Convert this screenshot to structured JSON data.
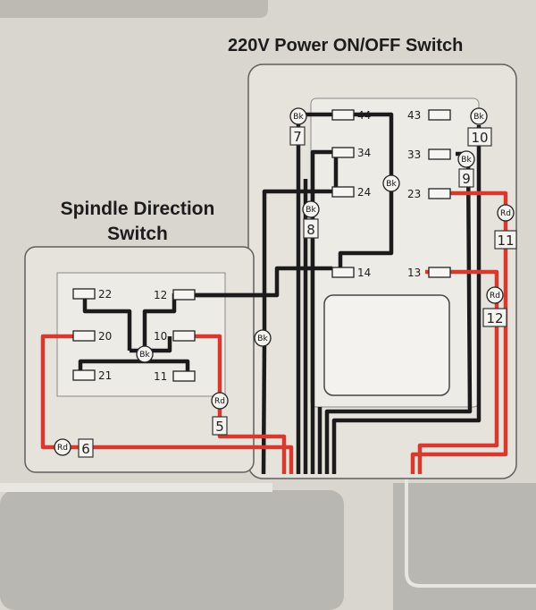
{
  "titles": {
    "power_switch": "220V Power ON/OFF Switch",
    "direction_line1": "Spindle Direction",
    "direction_line2": "Switch"
  },
  "terminals": {
    "t44": "44",
    "t34": "34",
    "t24": "24",
    "t14": "14",
    "t43": "43",
    "t33": "33",
    "t23": "23",
    "t13": "13",
    "t22": "22",
    "t12": "12",
    "t20": "20",
    "t10": "10",
    "t21": "21",
    "t11": "11"
  },
  "wire_numbers": {
    "w5": "5",
    "w6": "6",
    "w7": "7",
    "w8": "8",
    "w9": "9",
    "w10": "10",
    "w11": "11",
    "w12": "12"
  },
  "wire_colors": {
    "bk": "Bk",
    "rd": "Rd"
  },
  "colors": {
    "black_wire": "#1b1b1b",
    "red_wire": "#d63a2e",
    "panel": "#e6e3dc",
    "background": "#d7d4cd"
  }
}
